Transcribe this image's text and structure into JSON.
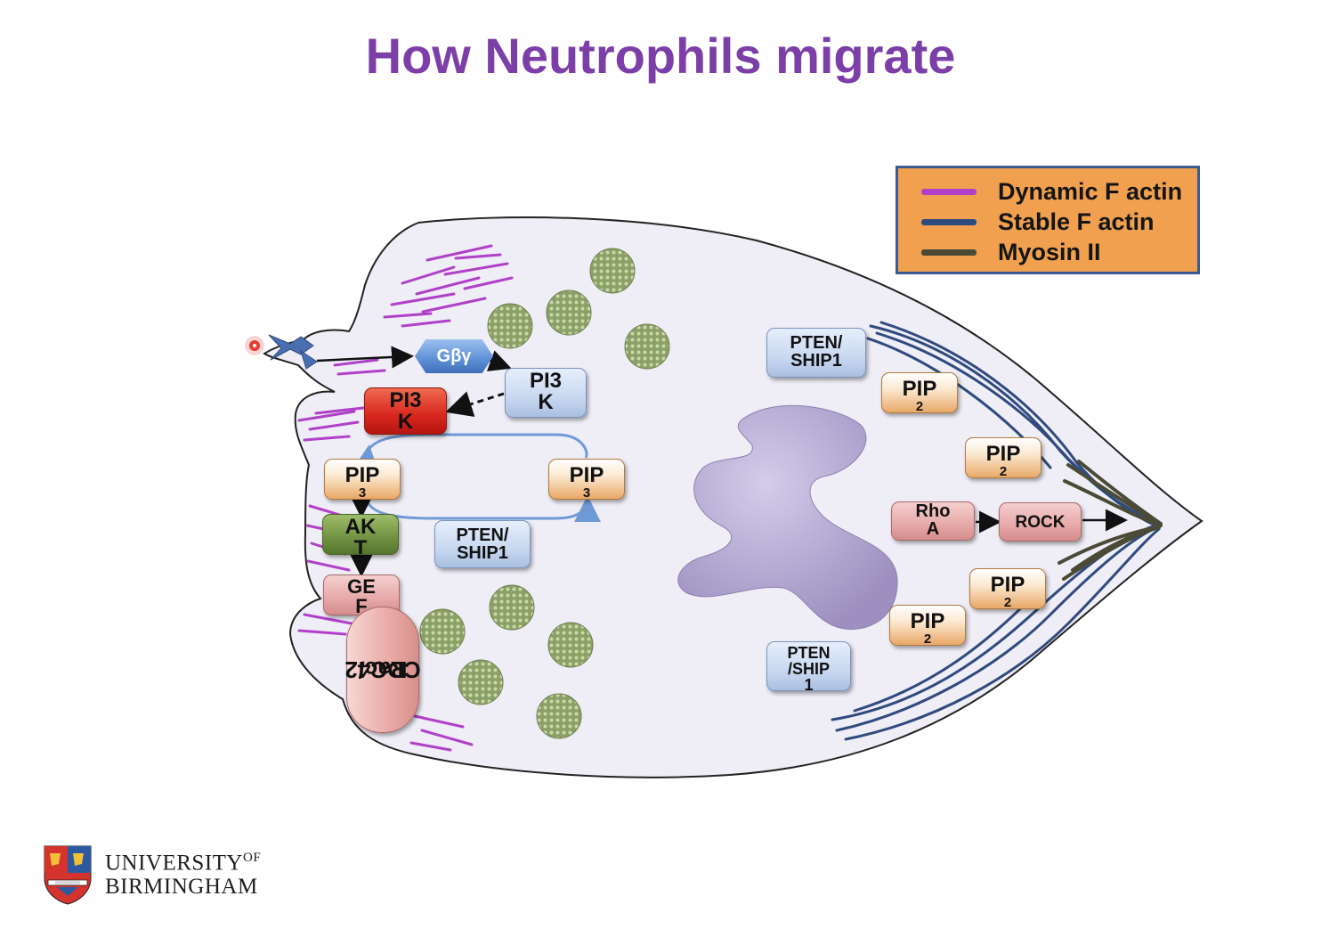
{
  "title": "How Neutrophils migrate",
  "legend": [
    {
      "label": "Dynamic F actin",
      "color": "#b040c8"
    },
    {
      "label": "Stable F actin",
      "color": "#2f4a7e"
    },
    {
      "label": "Myosin II",
      "color": "#4b4a36"
    }
  ],
  "labels": {
    "gby": "Gβγ",
    "pi3k_blue_1": "PI3",
    "pi3k_blue_2": "K",
    "pi3k_red_1": "PI3",
    "pi3k_red_2": "K",
    "pip3_left_main": "PIP",
    "pip3_left_sub": "3",
    "pip_mid_main": "PIP",
    "pip_mid_sub": "3",
    "akt_1": "AK",
    "akt_2": "T",
    "gef_1": "GE",
    "gef_2": "F",
    "rac_1": "Rac/",
    "rac_2": "CDC42",
    "pten_mid_1": "PTEN/",
    "pten_mid_2": "SHIP1",
    "pten_top_1": "PTEN/",
    "pten_top_2": "SHIP1",
    "pten_bottom_1": "PTEN",
    "pten_bottom_2": "/SHIP",
    "pten_bottom_3": "1",
    "pip2_main": "PIP",
    "pip2_sub": "2",
    "rhoa_1": "Rho",
    "rhoa_2": "A",
    "rock": "ROCK"
  },
  "logo": {
    "line1": "UNIVERSITY",
    "of": "OF",
    "line2": "BIRMINGHAM"
  },
  "colors": {
    "title": "#7b3fa7",
    "cell": "#efedf6",
    "nucleus": "#b3a7cf",
    "granule": "#8ba066"
  }
}
